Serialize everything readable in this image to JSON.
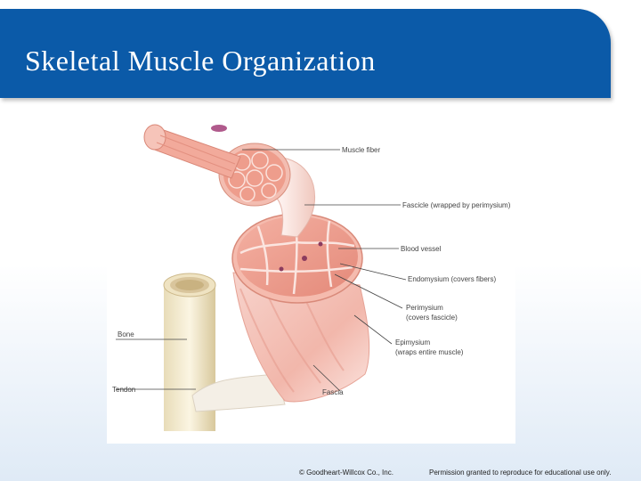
{
  "slide": {
    "title": "Skeletal Muscle Organization"
  },
  "diagram": {
    "labels": {
      "muscle_fiber": "Muscle fiber",
      "fascicle": "Fascicle (wrapped by perimysium)",
      "blood_vessel": "Blood vessel",
      "endomysium": "Endomysium (covers fibers)",
      "perimysium_line1": "Perimysium",
      "perimysium_line2": "(covers fascicle)",
      "epimysium_line1": "Epimysium",
      "epimysium_line2": "(wraps entire muscle)",
      "bone": "Bone",
      "tendon": "Tendon",
      "fascia": "Fascia"
    }
  },
  "footer": {
    "copyright": "© Goodheart-Willcox Co., Inc.",
    "permission": "Permission granted to reproduce for educational use only."
  }
}
